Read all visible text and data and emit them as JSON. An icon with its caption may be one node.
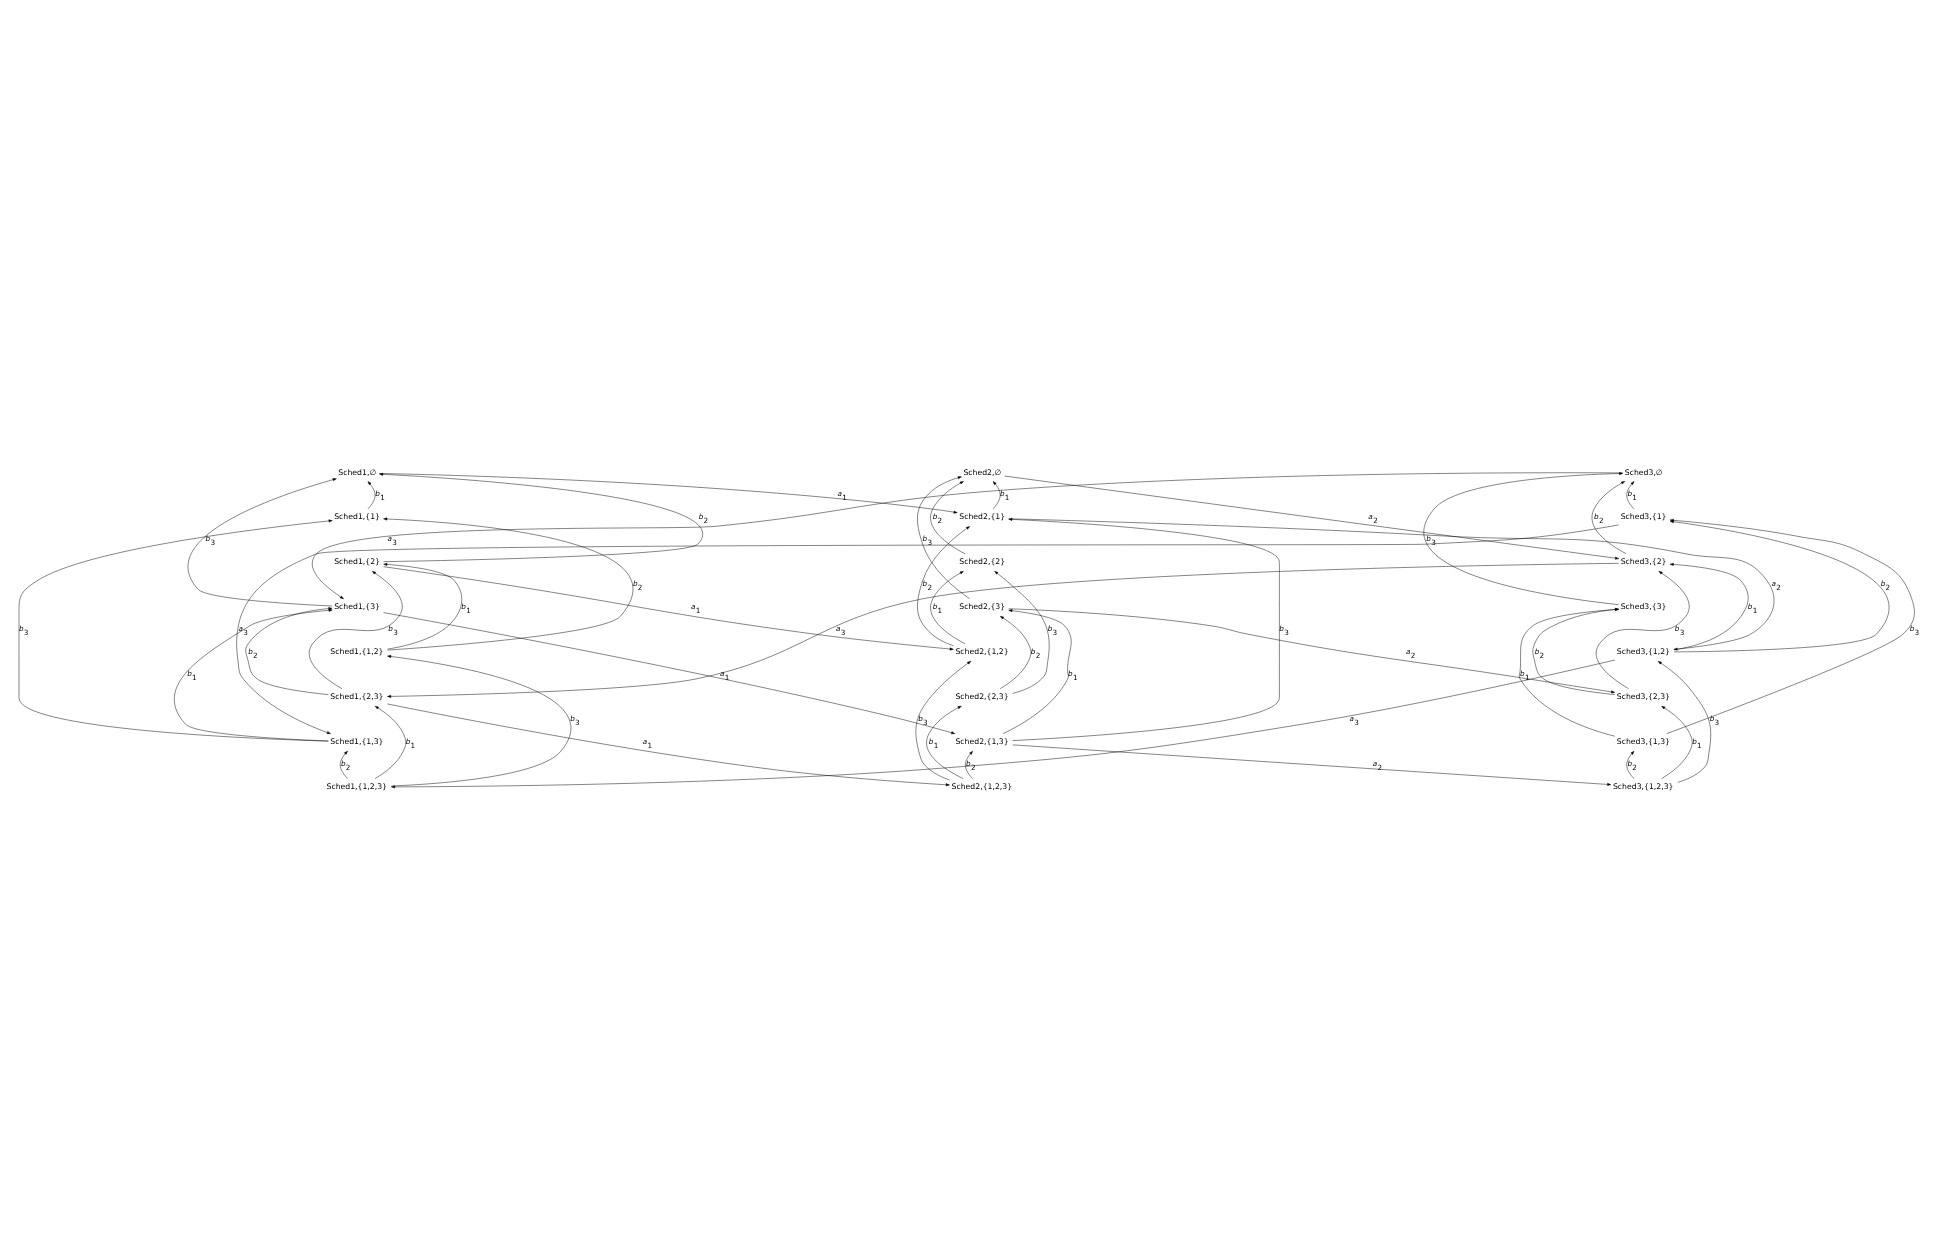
{
  "diagram": {
    "nodes": [
      {
        "text": [
          "Sched1,∅"
        ]
      },
      {
        "text": [
          "Sched1,{1}"
        ]
      },
      {
        "text": [
          "Sched1,{2}"
        ]
      },
      {
        "text": [
          "Sched1,{3}"
        ]
      },
      {
        "text": [
          "Sched1,{1,2}"
        ]
      },
      {
        "text": [
          "Sched1,{2,3}"
        ]
      },
      {
        "text": [
          "Sched1,{1,3}"
        ]
      },
      {
        "text": [
          "Sched1,{1,2,3}"
        ]
      },
      {
        "text": [
          "Sched2,∅"
        ]
      },
      {
        "text": [
          "Sched2,{1}"
        ]
      },
      {
        "text": [
          "Sched2,{2}"
        ]
      },
      {
        "text": [
          "Sched2,{3}"
        ]
      },
      {
        "text": [
          "Sched2,{1,2}"
        ]
      },
      {
        "text": [
          "Sched2,{2,3}"
        ]
      },
      {
        "text": [
          "Sched2,{1,3}"
        ]
      },
      {
        "text": [
          "Sched2,{1,2,3}"
        ]
      },
      {
        "text": [
          "Sched3,∅"
        ]
      },
      {
        "text": [
          "Sched3,{1}"
        ]
      },
      {
        "text": [
          "Sched3,{2}"
        ]
      },
      {
        "text": [
          "Sched3,{3}"
        ]
      },
      {
        "text": [
          "Sched3,{1,2}"
        ]
      },
      {
        "text": [
          "Sched3,{2,3}"
        ]
      },
      {
        "text": [
          "Sched3,{1,3}"
        ]
      },
      {
        "text": [
          "Sched3,{1,2,3}"
        ]
      }
    ],
    "edges": [
      {
        "from": 1,
        "to": 0,
        "arrow": "to",
        "label": "b$_{1}$"
      },
      {
        "from": 2,
        "to": 0,
        "arrow": "to",
        "label": "b$_{2}$"
      },
      {
        "from": 3,
        "to": 0,
        "arrow": "to",
        "label": "b$_{3}$"
      },
      {
        "from": 4,
        "to": 2,
        "arrow": "to",
        "label": "b$_{1}$"
      },
      {
        "from": 4,
        "to": 1,
        "arrow": "to",
        "label": "b$_{2}$"
      },
      {
        "from": 5,
        "to": 3,
        "arrow": "to",
        "label": "b$_{2}$"
      },
      {
        "from": 5,
        "to": 2,
        "arrow": "to",
        "label": "b$_{3}$"
      },
      {
        "from": 6,
        "to": 3,
        "arrow": "to",
        "label": "b$_{1}$"
      },
      {
        "from": 6,
        "to": 1,
        "arrow": "to",
        "label": "b$_{3}$"
      },
      {
        "from": 7,
        "to": 5,
        "arrow": "to",
        "label": "b$_{1}$"
      },
      {
        "from": 7,
        "to": 6,
        "arrow": "to",
        "label": "b$_{2}$"
      },
      {
        "from": 7,
        "to": 4,
        "arrow": "to",
        "label": "b$_{3}$"
      },
      {
        "from": 9,
        "to": 8,
        "arrow": "to",
        "label": "b$_{1}$"
      },
      {
        "from": 10,
        "to": 8,
        "arrow": "to",
        "label": "b$_{2}$"
      },
      {
        "from": 11,
        "to": 8,
        "arrow": "to",
        "label": "b$_{3}$"
      },
      {
        "from": 12,
        "to": 10,
        "arrow": "to",
        "label": "b$_{1}$"
      },
      {
        "from": 12,
        "to": 9,
        "arrow": "to",
        "label": "b$_{2}$"
      },
      {
        "from": 13,
        "to": 11,
        "arrow": "to",
        "label": "b$_{2}$"
      },
      {
        "from": 13,
        "to": 10,
        "arrow": "to",
        "label": "b$_{3}$"
      },
      {
        "from": 14,
        "to": 11,
        "arrow": "to",
        "label": "b$_{1}$"
      },
      {
        "from": 14,
        "to": 9,
        "arrow": "to",
        "label": "b$_{3}$"
      },
      {
        "from": 15,
        "to": 13,
        "arrow": "to",
        "label": "b$_{1}$"
      },
      {
        "from": 15,
        "to": 14,
        "arrow": "to",
        "label": "b$_{2}$"
      },
      {
        "from": 15,
        "to": 12,
        "arrow": "to",
        "label": "b$_{3}$"
      },
      {
        "from": 17,
        "to": 16,
        "arrow": "to",
        "label": "b$_{1}$"
      },
      {
        "from": 18,
        "to": 16,
        "arrow": "to",
        "label": "b$_{2}$"
      },
      {
        "from": 19,
        "to": 16,
        "arrow": "to",
        "label": "b$_{3}$"
      },
      {
        "from": 20,
        "to": 18,
        "arrow": "to",
        "label": "b$_{1}$"
      },
      {
        "from": 20,
        "to": 17,
        "arrow": "to",
        "label": "b$_{2}$"
      },
      {
        "from": 21,
        "to": 19,
        "arrow": "to",
        "label": "b$_{2}$"
      },
      {
        "from": 21,
        "to": 18,
        "arrow": "to",
        "label": "b$_{3}$"
      },
      {
        "from": 22,
        "to": 19,
        "arrow": "to",
        "label": "b$_{1}$"
      },
      {
        "from": 22,
        "to": 17,
        "arrow": "to",
        "label": "b$_{3}$"
      },
      {
        "from": 23,
        "to": 21,
        "arrow": "to",
        "label": "b$_{1}$"
      },
      {
        "from": 23,
        "to": 22,
        "arrow": "to",
        "label": "b$_{2}$"
      },
      {
        "from": 23,
        "to": 20,
        "arrow": "to",
        "label": "b$_{3}$"
      },
      {
        "from": 0,
        "to": 9,
        "arrow": "to",
        "label": "a$_{1}$"
      },
      {
        "from": 2,
        "to": 12,
        "arrow": "to",
        "label": "a$_{1}$"
      },
      {
        "from": 3,
        "to": 14,
        "arrow": "to",
        "label": "a$_{1}$"
      },
      {
        "from": 5,
        "to": 15,
        "arrow": "to",
        "label": "a$_{1}$"
      },
      {
        "from": 8,
        "to": 18,
        "arrow": "to",
        "label": "a$_{2}$"
      },
      {
        "from": 9,
        "to": 20,
        "arrow": "to",
        "label": "a$_{2}$"
      },
      {
        "from": 11,
        "to": 21,
        "arrow": "to",
        "label": "a$_{2}$"
      },
      {
        "from": 14,
        "to": 23,
        "arrow": "to",
        "label": "a$_{2}$"
      },
      {
        "from": 16,
        "to": 3,
        "arrow": "to",
        "label": "a$_{3}$"
      },
      {
        "from": 17,
        "to": 6,
        "arrow": "to",
        "label": "a$_{3}$"
      },
      {
        "from": 18,
        "to": 5,
        "arrow": "to",
        "label": "a$_{3}$"
      },
      {
        "from": 20,
        "to": 7,
        "arrow": "to",
        "label": "a$_{3}$"
      }
    ]
  }
}
